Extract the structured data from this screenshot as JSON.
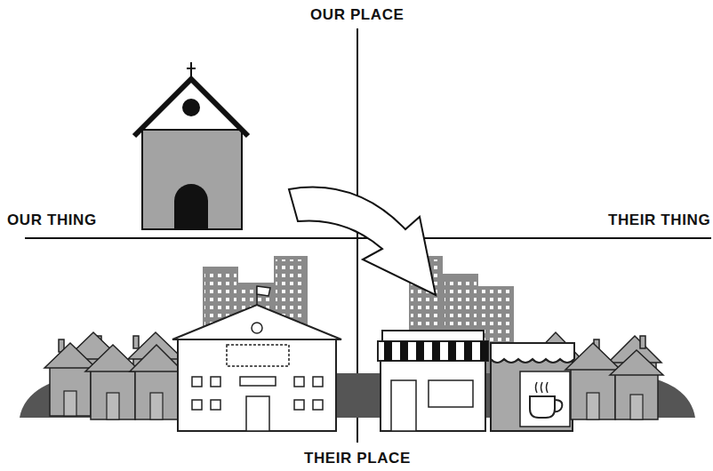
{
  "diagram": {
    "labels": [
      "OUR PLACE",
      "OUR THING",
      "THEIR THING",
      "THEIR PLACE"
    ]
  }
}
